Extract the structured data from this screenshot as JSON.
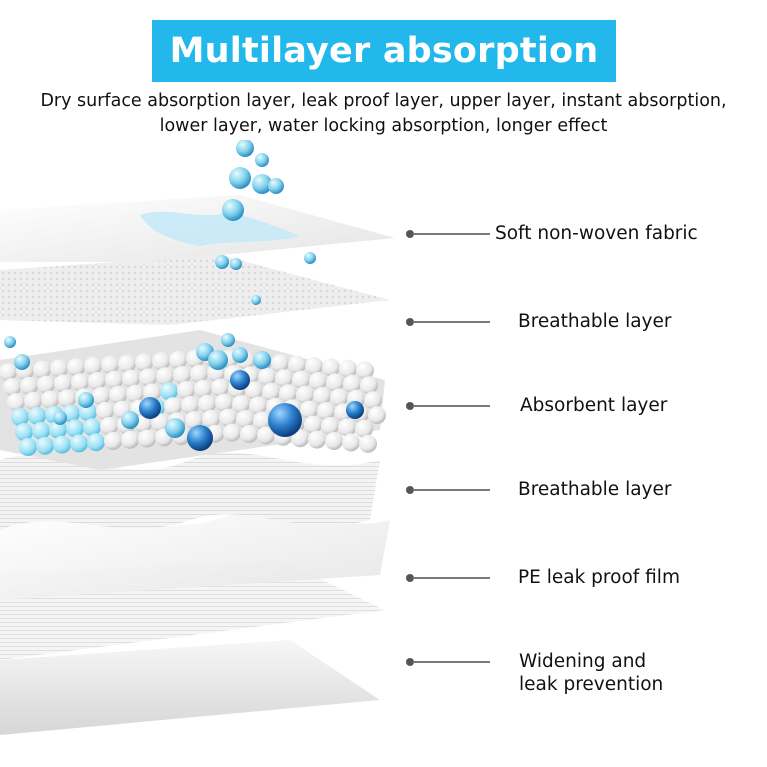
{
  "header": {
    "title": "Multilayer absorption",
    "subtitle_line1": "Dry surface absorption layer, leak proof layer, upper layer, instant absorption,",
    "subtitle_line2": "lower layer, water locking absorption, longer effect"
  },
  "colors": {
    "banner": "#22b8ec",
    "droplet": "#7fd0ec",
    "droplet_dark": "#1f6fb8",
    "bead": "#f2f2f2"
  },
  "labels": [
    {
      "text": "Soft non-woven fabric"
    },
    {
      "text": "Breathable layer"
    },
    {
      "text": "Absorbent layer"
    },
    {
      "text": "Breathable layer"
    },
    {
      "text": "PE leak proof film"
    },
    {
      "text": "Widening and",
      "text2": "leak prevention"
    }
  ]
}
